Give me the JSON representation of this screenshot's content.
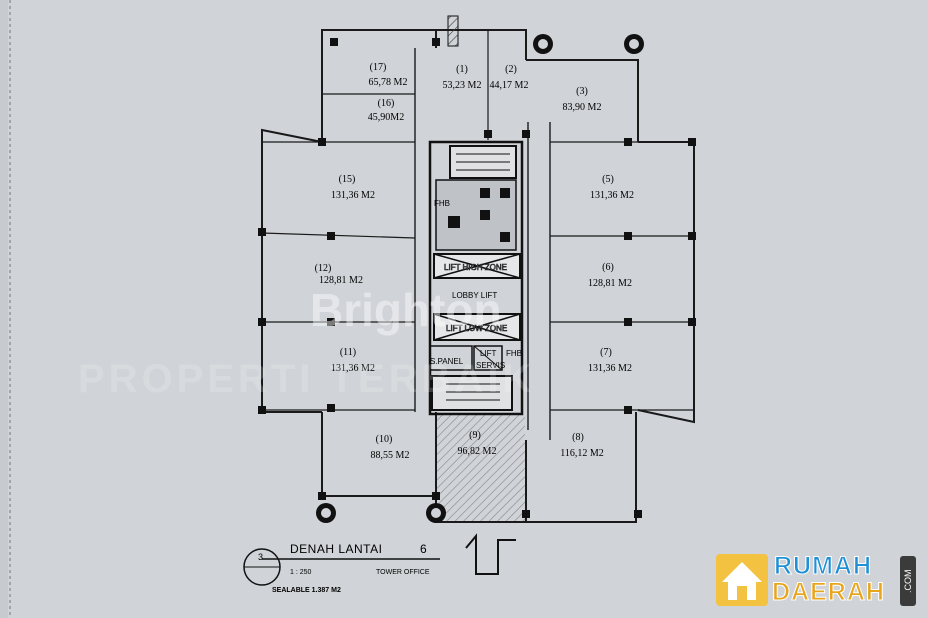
{
  "units": [
    {
      "id": "(17)",
      "area": "65,78 M2"
    },
    {
      "id": "(1)",
      "area": "53,23 M2"
    },
    {
      "id": "(2)",
      "area": "44,17 M2"
    },
    {
      "id": "(3)",
      "area": "83,90 M2"
    },
    {
      "id": "(16)",
      "area": "45,90M2"
    },
    {
      "id": "(15)",
      "area": "131,36 M2"
    },
    {
      "id": "(5)",
      "area": "131,36 M2"
    },
    {
      "id": "(12)",
      "area": "128,81 M2"
    },
    {
      "id": "(6)",
      "area": "128,81 M2"
    },
    {
      "id": "(11)",
      "area": "131,36 M2"
    },
    {
      "id": "(7)",
      "area": "131,36 M2"
    },
    {
      "id": "(10)",
      "area": "88,55 M2"
    },
    {
      "id": "(9)",
      "area": "96,82 M2"
    },
    {
      "id": "(8)",
      "area": "116,12 M2"
    }
  ],
  "core": {
    "lift_high": "LIFT HIGH ZONE",
    "lobby": "LOBBY LIFT",
    "lift_low": "LIFT LOW ZONE",
    "panel": "S.PANEL",
    "lift_service_1": "LIFT",
    "lift_service_2": "SERVIS",
    "fhb_1": "FHB",
    "fhb_2": "FHB"
  },
  "title_block": {
    "number": "3",
    "title": "DENAH LANTAI",
    "floor": "6",
    "scale": "1 : 250",
    "subtitle": "TOWER OFFICE",
    "sealable": "SEALABLE 1.387 M2"
  },
  "watermark": {
    "brand": "Brighton",
    "tagline": "PROPERTI TERBAIK"
  },
  "logo": {
    "word1": "RUMAH",
    "word2": "DAERAH",
    "suffix": ".COM"
  }
}
